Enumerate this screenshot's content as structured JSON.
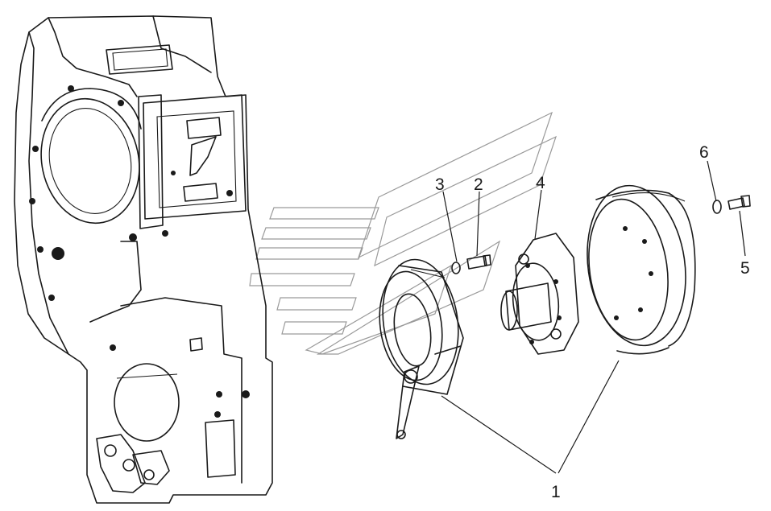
{
  "callouts": {
    "c1": "1",
    "c2": "2",
    "c3": "3",
    "c4": "4",
    "c5": "5",
    "c6": "6"
  },
  "colors": {
    "ink": "#1a1a1a",
    "watermark": "#9a9a9a",
    "background": "#ffffff"
  }
}
